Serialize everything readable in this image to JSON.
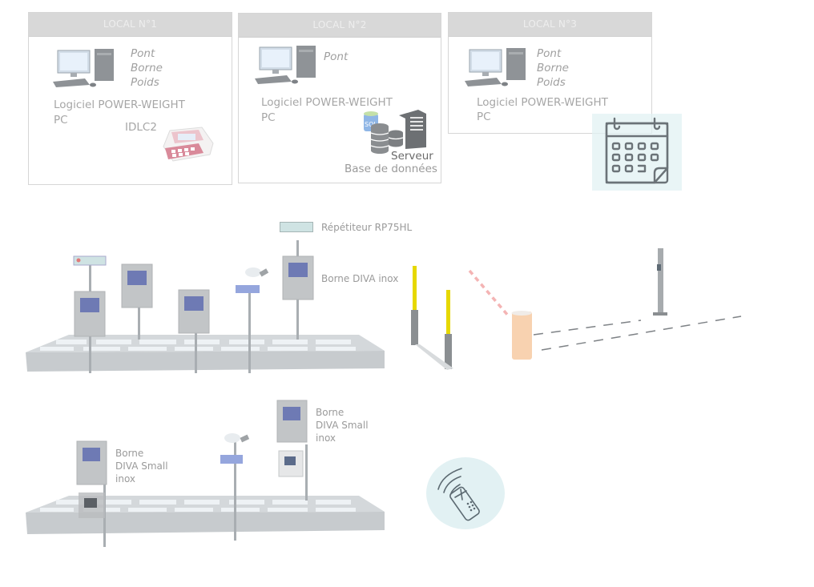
{
  "locals": [
    {
      "title": "LOCAL N°1",
      "functions": [
        "Pont",
        "Borne",
        "Poids"
      ],
      "software": "Logiciel POWER-WEIGHT",
      "pc": "PC",
      "device": "IDLC2"
    },
    {
      "title": "LOCAL N°2",
      "functions": [
        "Pont"
      ],
      "software": "Logiciel POWER-WEIGHT",
      "pc": "PC",
      "server_title": "Serveur",
      "server_sub": "Base de données",
      "sql_label": "SQL"
    },
    {
      "title": "LOCAL N°3",
      "functions": [
        "Pont",
        "Borne",
        "Poids"
      ],
      "software": "Logiciel POWER-WEIGHT",
      "pc": "PC"
    }
  ],
  "site1": {
    "repeater_label": "Répétiteur RP75HL",
    "terminal_label": "Borne DIVA inox"
  },
  "site2": {
    "terminal_left_label": [
      "Borne",
      "DIVA Small",
      "inox"
    ],
    "terminal_right_label": [
      "Borne",
      "DIVA Small",
      "inox"
    ]
  },
  "icons": {
    "calendar": "calendar-icon",
    "remote": "remote-control-icon"
  },
  "colors": {
    "header_bg": "#d8d8d8",
    "icon_bg": "#eaf5f6",
    "icon_stroke": "#6b7378",
    "barrier": "#f8d2b0",
    "pole_yellow": "#e6d800"
  }
}
